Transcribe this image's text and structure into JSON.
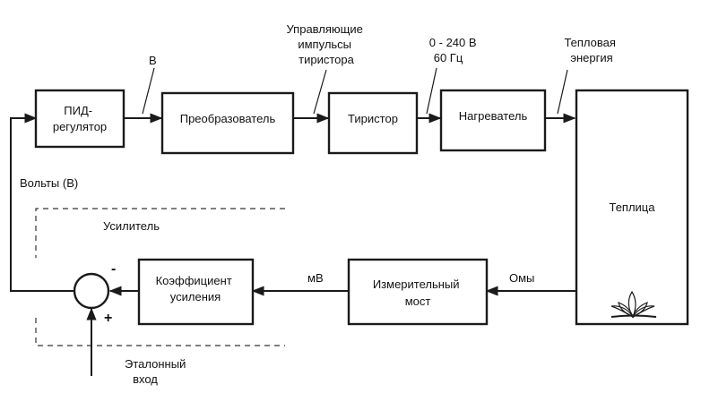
{
  "blocks": {
    "pid": [
      "ПИД-",
      "регулятор"
    ],
    "converter": "Преобразователь",
    "thyristor": "Тиристор",
    "heater": "Нагреватель",
    "greenhouse": "Теплица",
    "gain": [
      "Коэффициент",
      "усиления"
    ],
    "bridge": [
      "Измерительный",
      "мост"
    ]
  },
  "signals": {
    "volts_v": "В",
    "control_pulses": [
      "Управляющие",
      "импульсы",
      "тиристора"
    ],
    "supply": [
      "0 - 240 В",
      "60 Гц"
    ],
    "heat": [
      "Тепловая",
      "энергия"
    ],
    "volts_feedback": "Вольты (В)",
    "amplifier": "Усилитель",
    "millivolts": "мВ",
    "ohms": "Омы",
    "reference": [
      "Эталонный",
      "вход"
    ]
  },
  "summing": {
    "minus": "-",
    "plus": "+"
  }
}
